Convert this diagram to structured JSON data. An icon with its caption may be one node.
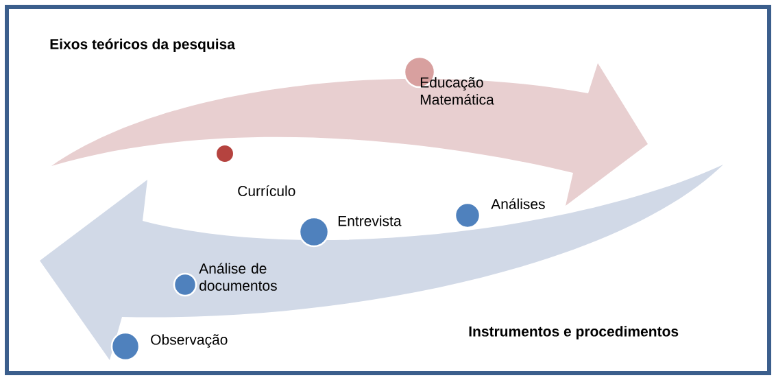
{
  "diagram": {
    "nodes": [
      {
        "text": [],
        "shape": "circle",
        "beside": [
          "Educação Matemática"
        ]
      },
      {
        "text": [],
        "shape": "circle",
        "beside": [
          "Currículo"
        ]
      },
      {
        "text": [],
        "shape": "circle",
        "beside": [
          "Entrevista"
        ]
      },
      {
        "text": [],
        "shape": "circle",
        "beside": [
          "Análises"
        ]
      },
      {
        "text": [],
        "shape": "circle",
        "beside": [
          "Análise de documentos"
        ]
      },
      {
        "text": [],
        "shape": "circle",
        "beside": [
          "Observação"
        ]
      }
    ],
    "labels": [
      "Eixos teóricos da pesquisa",
      "Instrumentos e procedimentos"
    ]
  }
}
